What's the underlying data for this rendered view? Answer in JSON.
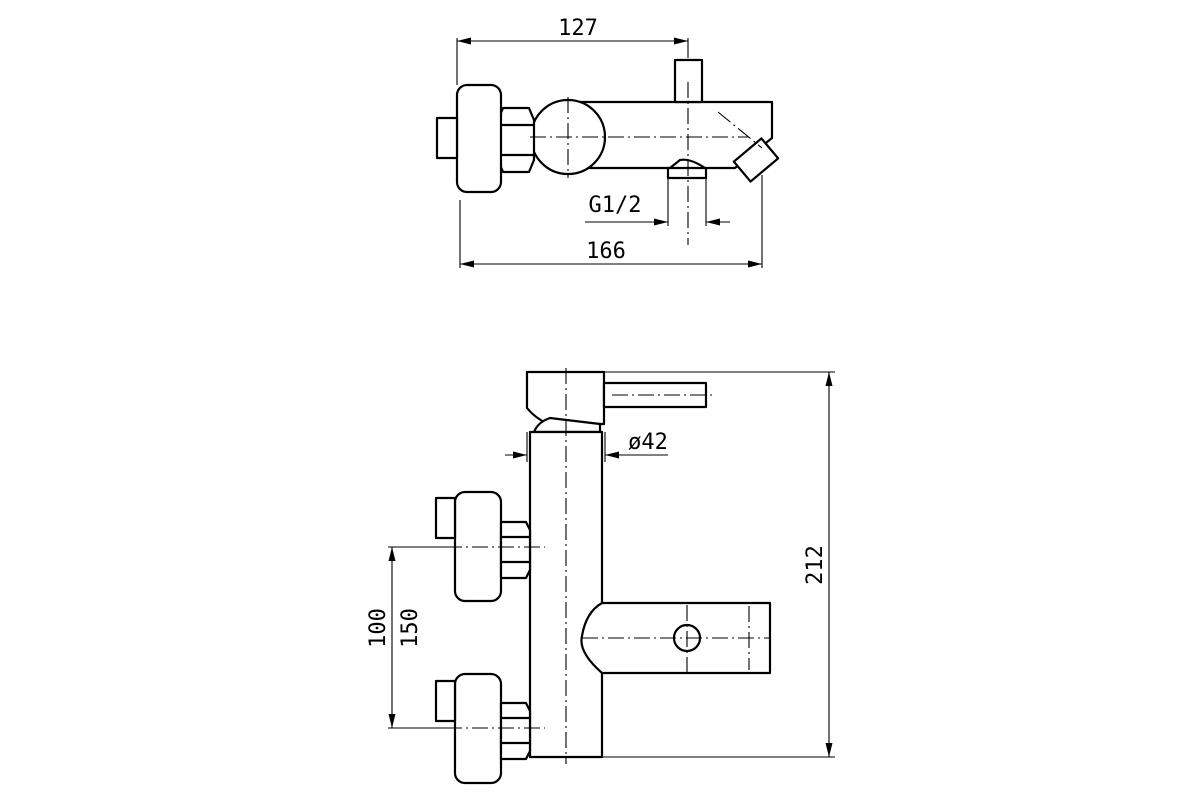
{
  "top_view": {
    "dim_overall_width": "127",
    "dim_total_depth": "166",
    "dim_thread": "G1/2"
  },
  "front_view": {
    "dim_body_diameter": "ø42",
    "dim_inlet_centers_min": "100",
    "dim_inlet_centers_max": "150",
    "dim_overall_height": "212"
  }
}
